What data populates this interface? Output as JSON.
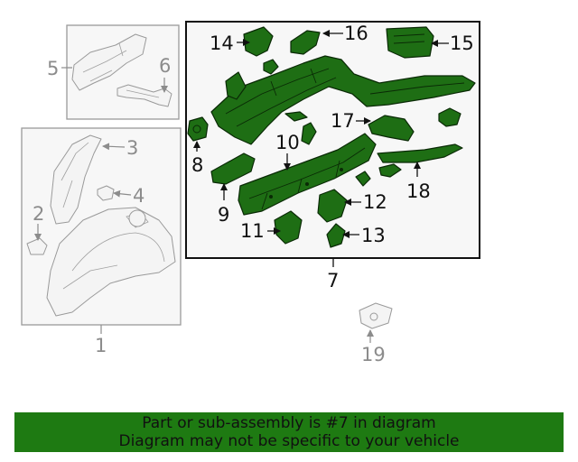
{
  "callouts": {
    "c1": "1",
    "c2": "2",
    "c3": "3",
    "c4": "4",
    "c5": "5",
    "c6": "6",
    "c7": "7",
    "c8": "8",
    "c9": "9",
    "c10": "10",
    "c11": "11",
    "c12": "12",
    "c13": "13",
    "c14": "14",
    "c15": "15",
    "c16": "16",
    "c17": "17",
    "c18": "18",
    "c19": "19"
  },
  "banner": {
    "line1": "Part or sub-assembly is #7 in diagram",
    "line2": "Diagram may not be specific to your vehicle"
  },
  "colors": {
    "highlight": "#1e6e14",
    "banner": "#1e7a12",
    "inactive": "#8c8c8c"
  }
}
